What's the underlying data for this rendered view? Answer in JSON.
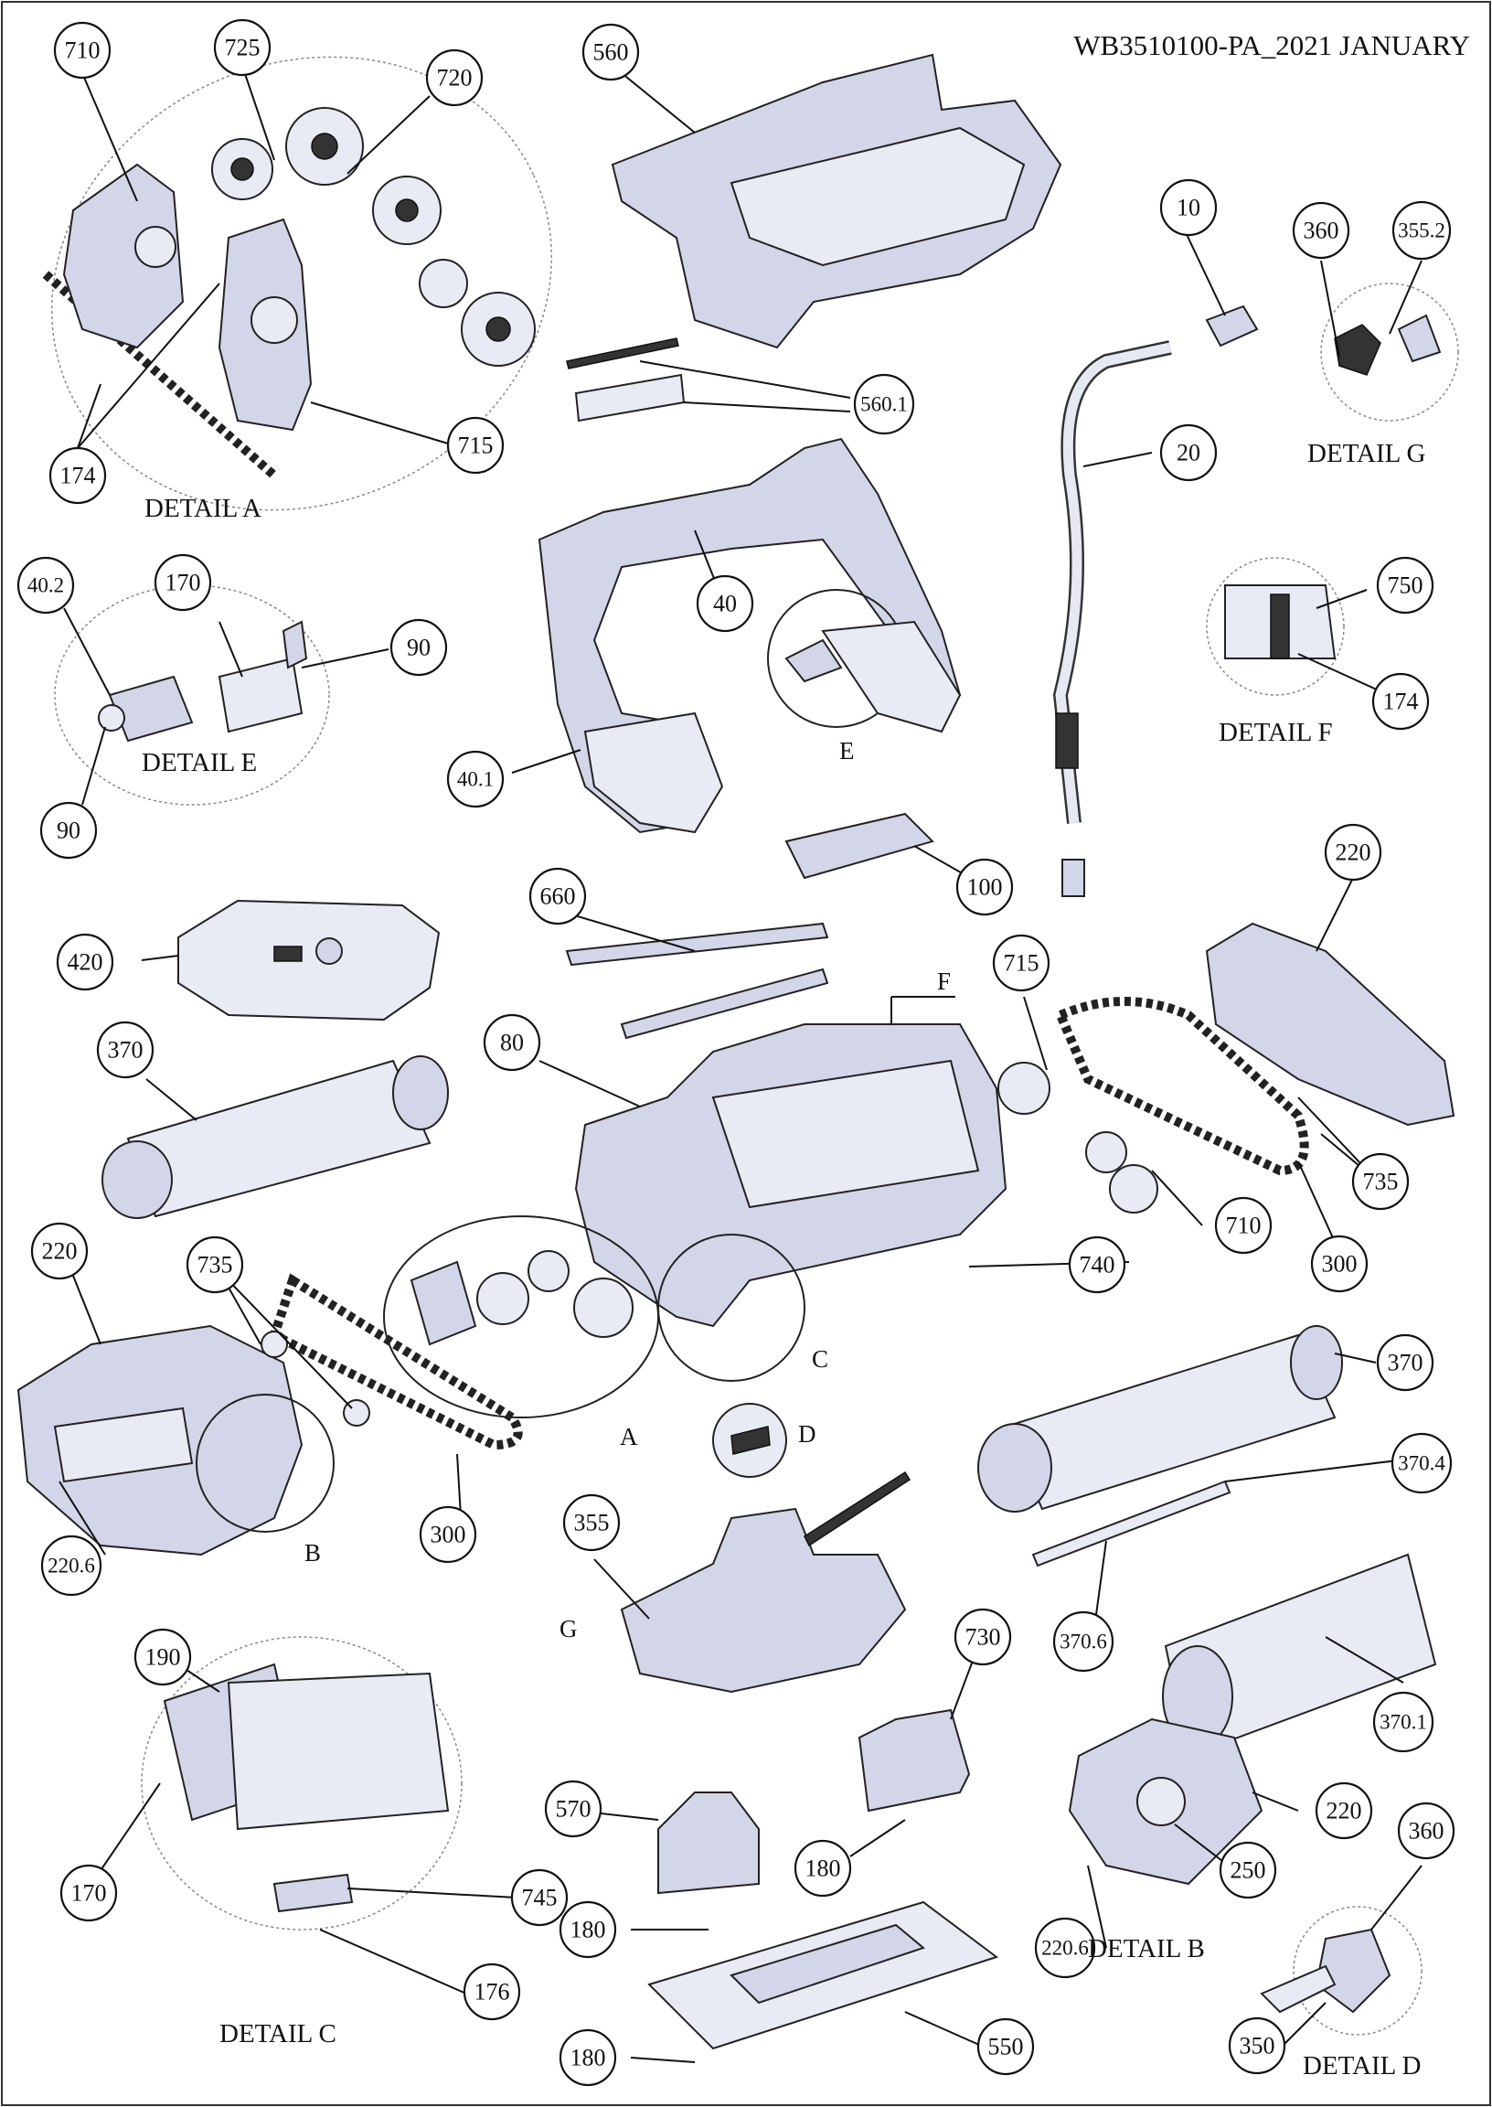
{
  "document": {
    "code": "WB3510100-PA_2021 JANUARY"
  },
  "details": [
    {
      "key": "A",
      "label": "DETAIL A"
    },
    {
      "key": "B",
      "label": "DETAIL B"
    },
    {
      "key": "C",
      "label": "DETAIL C"
    },
    {
      "key": "D",
      "label": "DETAIL D"
    },
    {
      "key": "E",
      "label": "DETAIL E"
    },
    {
      "key": "F",
      "label": "DETAIL F"
    },
    {
      "key": "G",
      "label": "DETAIL G"
    }
  ],
  "detail_letters": [
    "E",
    "F",
    "A",
    "B",
    "C",
    "D",
    "G"
  ],
  "callouts": [
    "710",
    "725",
    "720",
    "560",
    "10",
    "360",
    "355.2",
    "560.1",
    "715",
    "174",
    "20",
    "40",
    "170",
    "40.2",
    "90",
    "90",
    "750",
    "174",
    "40.1",
    "100",
    "220",
    "660",
    "420",
    "80",
    "715",
    "370",
    "735",
    "710",
    "735",
    "300",
    "220",
    "740",
    "370",
    "370.4",
    "300",
    "220.6",
    "355",
    "730",
    "190",
    "370.6",
    "370.1",
    "570",
    "220",
    "180",
    "250",
    "360",
    "170",
    "745",
    "180",
    "220.6",
    "176",
    "350",
    "180",
    "550"
  ],
  "colors": {
    "part": "#d3d6e8",
    "outline": "#222222"
  }
}
